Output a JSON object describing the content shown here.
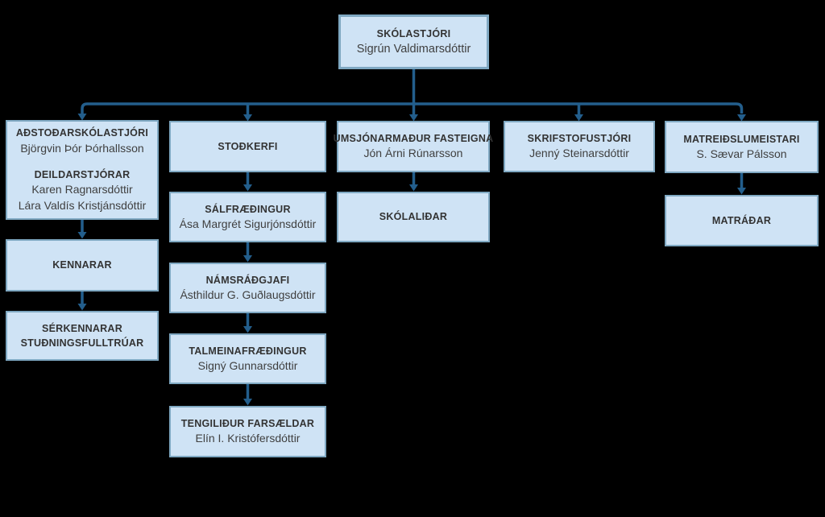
{
  "colors": {
    "background": "#000000",
    "box_fill": "#cfe3f5",
    "box_border": "#7fa8c2",
    "connector": "#235e8c",
    "title_text": "#333333",
    "name_text": "#3f3f3f"
  },
  "org_chart": {
    "root": {
      "title": "SKÓLASTJÓRI",
      "name": "Sigrún Valdimarsdóttir"
    },
    "col1": {
      "node1": {
        "title": "AÐSTOÐARSKÓLASTJÓRI",
        "name": "Björgvin Þór Þórhallsson",
        "title2": "DEILDARSTJÓRAR",
        "name2": "Karen Ragnarsdóttir",
        "name3": "Lára Valdís Kristjánsdóttir"
      },
      "node2": {
        "title": "KENNARAR"
      },
      "node3": {
        "title_line1": "SÉRKENNARAR",
        "title_line2": "STUÐNINGSFULLTRÚAR"
      }
    },
    "col2": {
      "node1": {
        "title": "STOÐKERFI"
      },
      "node2": {
        "title": "SÁLFRÆÐINGUR",
        "name": "Ása Margrét Sigurjónsdóttir"
      },
      "node3": {
        "title": "NÁMSRÁÐGJAFI",
        "name": "Ásthildur G. Guðlaugsdóttir"
      },
      "node4": {
        "title": "TALMEINAFRÆÐINGUR",
        "name": "Signý Gunnarsdóttir"
      },
      "node5": {
        "title": "TENGILIÐUR FARSÆLDAR",
        "name": "Elín I. Kristófersdóttir"
      }
    },
    "col3": {
      "node1": {
        "title": "UMSJÓNARMAÐUR FASTEIGNA",
        "name": "Jón Árni Rúnarsson"
      },
      "node2": {
        "title": "SKÓLALIÐAR"
      }
    },
    "col4": {
      "node1": {
        "title": "SKRIFSTOFUSTJÓRI",
        "name": "Jenný Steinarsdóttir"
      }
    },
    "col5": {
      "node1": {
        "title": "MATREIÐSLUMEISTARI",
        "name": "S. Sævar Pálsson"
      },
      "node2": {
        "title": "MATRÁÐAR"
      }
    }
  }
}
